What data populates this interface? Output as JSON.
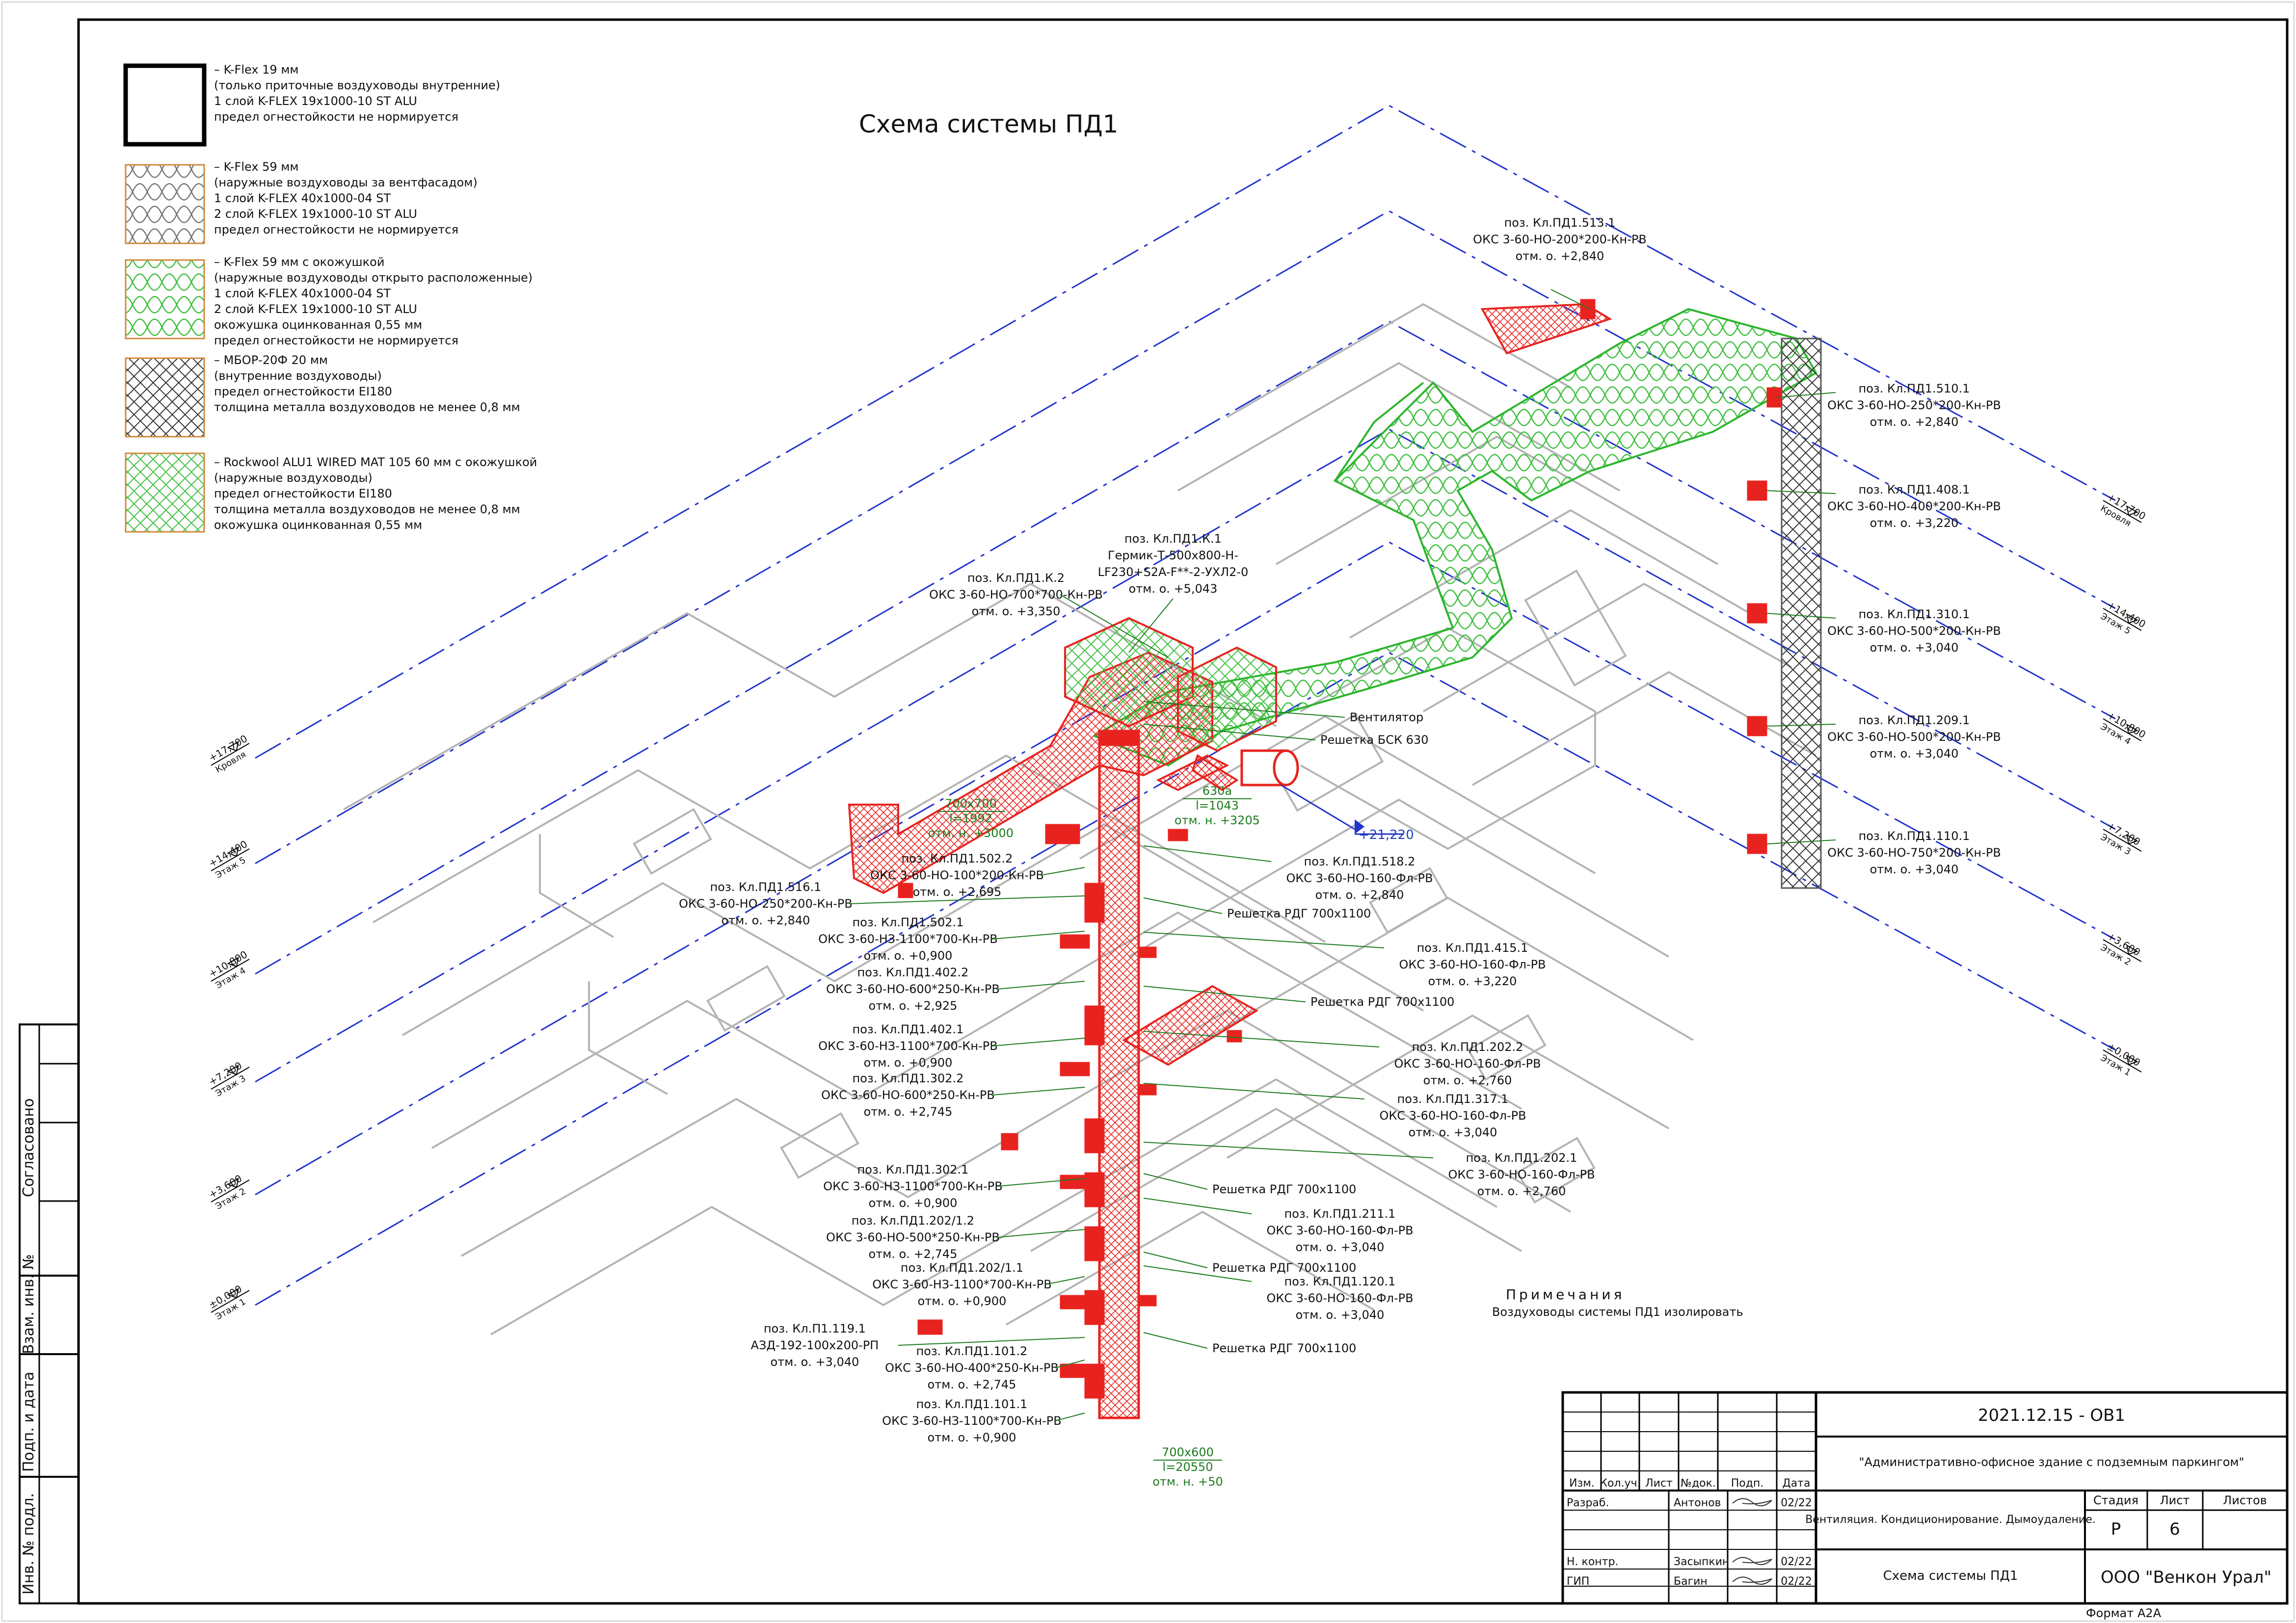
{
  "title": "Схема системы ПД1",
  "legend": [
    {
      "lines": [
        "– K-Flex 19 мм",
        "(только приточные воздуховоды внутренние)",
        "1 слой K-FLEX 19х1000-10 ST ALU",
        "предел огнестойкости не нормируется"
      ],
      "pattern": "plain"
    },
    {
      "lines": [
        "– K-Flex 59 мм",
        "(наружные воздуховоды за вентфасадом)",
        "1 слой K-FLEX 40х1000-04 ST",
        "2 слой K-FLEX 19х1000-10 ST ALU",
        "предел огнестойкости не нормируется"
      ],
      "pattern": "wave-gray"
    },
    {
      "lines": [
        "– K-Flex 59 мм с окожушкой",
        "(наружные воздуховоды открыто расположенные)",
        "1 слой K-FLEX 40х1000-04 ST",
        "2 слой K-FLEX 19х1000-10 ST ALU",
        "окожушка оцинкованная 0,55 мм",
        "предел огнестойкости не нормируется"
      ],
      "pattern": "wave-green"
    },
    {
      "lines": [
        "– МБОР-20Ф 20 мм",
        "(внутренние воздуховоды)",
        "предел огнестойкости EI180",
        "толщина металла воздуховодов не менее 0,8 мм"
      ],
      "pattern": "cross-dark"
    },
    {
      "lines": [
        "– Rockwool ALU1 WIRED MAT 105 60 мм с окожушкой",
        "(наружные воздуховоды)",
        "предел огнестойкости EI180",
        "толщина металла воздуховодов не менее 0,8 мм",
        " окожушка оцинкованная 0,55 мм"
      ],
      "pattern": "cross-green"
    }
  ],
  "levels_left": [
    {
      "value": "+17,700",
      "name": "Кровля"
    },
    {
      "value": "+14,400",
      "name": "Этаж 5"
    },
    {
      "value": "+10,800",
      "name": "Этаж 4"
    },
    {
      "value": "+7,200",
      "name": "Этаж 3"
    },
    {
      "value": "+3,600",
      "name": "Этаж 2"
    },
    {
      "value": "±0,000",
      "name": "Этаж 1"
    }
  ],
  "levels_right": [
    {
      "value": "+17,700",
      "name": "Кровля"
    },
    {
      "value": "+14,400",
      "name": "Этаж 5"
    },
    {
      "value": "+10,800",
      "name": "Этаж 4"
    },
    {
      "value": "+7,200",
      "name": "Этаж 3"
    },
    {
      "value": "+3,600",
      "name": "Этаж 2"
    },
    {
      "value": "±0,000",
      "name": "Этаж 1"
    }
  ],
  "callouts_right": [
    [
      "поз. Кл.ПД1.513.1",
      "ОКС 3-60-НО-200*200-Кн-РВ",
      "отм. о. +2,840"
    ],
    [
      "поз. Кл.ПД1.510.1",
      "ОКС 3-60-НО-250*200-Кн-РВ",
      "отм. о. +2,840"
    ],
    [
      "поз. Кл.ПД1.408.1",
      "ОКС 3-60-НО-400*200-Кн-РВ",
      "отм. о. +3,220"
    ],
    [
      "поз. Кл.ПД1.310.1",
      "ОКС 3-60-НО-500*200-Кн-РВ",
      "отм. о. +3,040"
    ],
    [
      "поз. Кл.ПД1.209.1",
      "ОКС 3-60-НО-500*200-Кн-РВ",
      "отм. о. +3,040"
    ],
    [
      "поз. Кл.ПД1.110.1",
      "ОКС 3-60-НО-750*200-Кн-РВ",
      "отм. о. +3,040"
    ]
  ],
  "callouts_top": [
    [
      "поз. Кл.ПД1.К.2",
      "ОКС 3-60-НО-700*700-Кн-РВ",
      "отм. о. +3,350"
    ],
    [
      "поз. Кл.ПД1.К.1",
      "Гермик-Т-500х800-Н-",
      "LF230+S2A-F**-2-УХЛ2-0",
      "отм. о. +5,043"
    ]
  ],
  "callouts_left": [
    [
      "поз. Кл.ПД1.502.2",
      "ОКС 3-60-НО-100*200-Кн-РВ",
      "отм. о. +2,695"
    ],
    [
      "поз. Кл.ПД1.516.1",
      "ОКС 3-60-НО-250*200-Кн-РВ",
      "отм. о. +2,840"
    ],
    [
      "поз. Кл.ПД1.502.1",
      "ОКС 3-60-НЗ-1100*700-Кн-РВ",
      "отм. о. +0,900"
    ],
    [
      "поз. Кл.ПД1.402.2",
      "ОКС 3-60-НО-600*250-Кн-РВ",
      "отм. о. +2,925"
    ],
    [
      "поз. Кл.ПД1.402.1",
      "ОКС 3-60-НЗ-1100*700-Кн-РВ",
      "отм. о. +0,900"
    ],
    [
      "поз. Кл.ПД1.302.2",
      "ОКС 3-60-НО-600*250-Кн-РВ",
      "отм. о. +2,745"
    ],
    [
      "поз. Кл.ПД1.302.1",
      "ОКС 3-60-НЗ-1100*700-Кн-РВ",
      "отм. о. +0,900"
    ],
    [
      "поз. Кл.ПД1.202/1.2",
      "ОКС 3-60-НО-500*250-Кн-РВ",
      "отм. о. +2,745"
    ],
    [
      "поз. Кл.ПД1.202/1.1",
      "ОКС 3-60-НЗ-1100*700-Кн-РВ",
      "отм. о. +0,900"
    ],
    [
      "поз. Кл.П1.119.1",
      "АЗД-192-100х200-РП",
      "отм. о. +3,040"
    ],
    [
      "поз. Кл.ПД1.101.2",
      "ОКС 3-60-НО-400*250-Кн-РВ",
      "отм. о. +2,745"
    ],
    [
      "поз. Кл.ПД1.101.1",
      "ОКС 3-60-НЗ-1100*700-Кн-РВ",
      "отм. о. +0,900"
    ]
  ],
  "callouts_mid": [
    [
      "Вентилятор"
    ],
    [
      "Решетка БСК 630"
    ],
    [
      "поз. Кл.ПД1.518.2",
      "ОКС 3-60-НО-160-Фл-РВ",
      "отм. о. +2,840"
    ],
    [
      "Решетка РДГ 700х1100"
    ],
    [
      "поз. Кл.ПД1.415.1",
      "ОКС 3-60-НО-160-Фл-РВ",
      "отм. о. +3,220"
    ],
    [
      "Решетка РДГ 700х1100"
    ],
    [
      "поз. Кл.ПД1.202.2",
      "ОКС 3-60-НО-160-Фл-РВ",
      "отм. о. +2,760"
    ],
    [
      "поз. Кл.ПД1.317.1",
      "ОКС 3-60-НО-160-Фл-РВ",
      "отм. о. +3,040"
    ],
    [
      "поз. Кл.ПД1.202.1",
      "ОКС 3-60-НО-160-Фл-РВ",
      "отм. о. +2,760"
    ],
    [
      "Решетка РДГ 700х1100"
    ],
    [
      "поз. Кл.ПД1.211.1",
      "ОКС 3-60-НО-160-Фл-РВ",
      "отм. о. +3,040"
    ],
    [
      "Решетка РДГ 700х1100"
    ],
    [
      "поз. Кл.ПД1.120.1",
      "ОКС 3-60-НО-160-Фл-РВ",
      "отм. о. +3,040"
    ],
    [
      "Решетка РДГ 700х1100"
    ]
  ],
  "duct_tags": [
    [
      "700х700",
      "l=1992",
      "отм. н. +3000"
    ],
    [
      "630а",
      "l=1043",
      "отм. н. +3205"
    ],
    [
      "700х600",
      "l=20550",
      "отм. н. +50"
    ]
  ],
  "elevation_mark": "+21,220",
  "note": {
    "title": "Примечания",
    "text": "Воздуховоды системы ПД1 изолировать"
  },
  "stamp": {
    "code": "2021.12.15 - ОВ1",
    "project": "\"Административно-офисное здание с подземным паркингом\"",
    "col_headers": [
      "Изм.",
      "Кол.уч.",
      "Лист",
      "№док.",
      "Подп.",
      "Дата"
    ],
    "rows": [
      {
        "role": "Разраб.",
        "name": "Антонов",
        "date": "02/22"
      },
      {
        "role": "",
        "name": "",
        "date": ""
      },
      {
        "role": "",
        "name": "",
        "date": ""
      },
      {
        "role": "Н. контр.",
        "name": "Засыпкин",
        "date": "02/22"
      },
      {
        "role": "ГИП",
        "name": "Багин",
        "date": "02/22"
      }
    ],
    "section": "Вентиляция. Кондиционирование. Дымоудаление.",
    "stage_headers": [
      "Стадия",
      "Лист",
      "Листов"
    ],
    "stage": "Р",
    "sheet": "6",
    "sheets": "",
    "drawing_name": "Схема системы ПД1",
    "company": "ООО \"Венкон Урал\""
  },
  "side_labels": [
    "Согласовано",
    "Взам. инв. №",
    "Подп. и дата",
    "Инв. № подл."
  ],
  "format": "Формат А2А",
  "colors": {
    "red": "#e8231f",
    "green": "#2cb52c",
    "blue": "#2233cc",
    "gray": "#b4b4b4",
    "leader": "#1d7a1d"
  }
}
